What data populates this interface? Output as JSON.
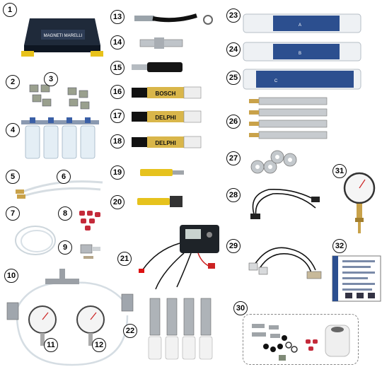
{
  "badges": [
    {
      "id": 1,
      "label": "1"
    },
    {
      "id": 2,
      "label": "2"
    },
    {
      "id": 3,
      "label": "3"
    },
    {
      "id": 4,
      "label": "4"
    },
    {
      "id": 5,
      "label": "5"
    },
    {
      "id": 6,
      "label": "6"
    },
    {
      "id": 7,
      "label": "7"
    },
    {
      "id": 8,
      "label": "8"
    },
    {
      "id": 9,
      "label": "9"
    },
    {
      "id": 10,
      "label": "10"
    },
    {
      "id": 11,
      "label": "11"
    },
    {
      "id": 12,
      "label": "12"
    },
    {
      "id": 13,
      "label": "13"
    },
    {
      "id": 14,
      "label": "14"
    },
    {
      "id": 15,
      "label": "15"
    },
    {
      "id": 16,
      "label": "16"
    },
    {
      "id": 17,
      "label": "17"
    },
    {
      "id": 18,
      "label": "18"
    },
    {
      "id": 19,
      "label": "19"
    },
    {
      "id": 20,
      "label": "20"
    },
    {
      "id": 21,
      "label": "21"
    },
    {
      "id": 22,
      "label": "22"
    },
    {
      "id": 23,
      "label": "23"
    },
    {
      "id": 24,
      "label": "24"
    },
    {
      "id": 25,
      "label": "25"
    },
    {
      "id": 26,
      "label": "26"
    },
    {
      "id": 27,
      "label": "27"
    },
    {
      "id": 28,
      "label": "28"
    },
    {
      "id": 29,
      "label": "29"
    },
    {
      "id": 30,
      "label": "30"
    },
    {
      "id": 31,
      "label": "31"
    },
    {
      "id": 32,
      "label": "32"
    }
  ],
  "labels": {
    "case_brand": "MAGNETI MARELLI",
    "connector_16": "BOSCH",
    "connector_17": "DELPHI",
    "connector_18": "DELPHI",
    "tube_23": "A",
    "tube_24": "B",
    "tube_25": "C"
  },
  "colors": {
    "case_body": "#1f2a3a",
    "case_accent": "#e8c21a",
    "tube_blue": "#2c4f8f",
    "connector_gold": "#d9b64a",
    "yellow_adapter": "#e6c21d",
    "seal_red": "#c42a3a"
  }
}
